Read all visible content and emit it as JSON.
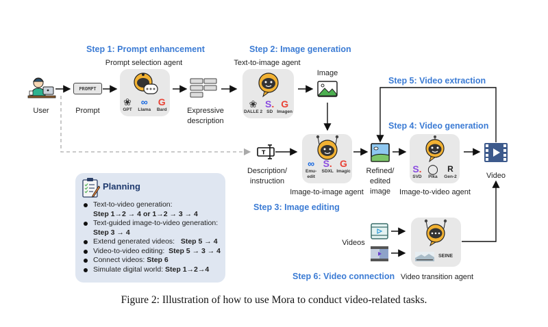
{
  "steps": {
    "step1": "Step 1: Prompt enhancement",
    "step2": "Step 2: Image generation",
    "step3": "Step 3: Image editing",
    "step4": "Step 4: Video generation",
    "step5": "Step 5: Video extraction",
    "step6": "Step 6: Video connection"
  },
  "nodes": {
    "user": "User",
    "prompt": "Prompt",
    "prompt_icon_text": "PROMPT",
    "expressive_description": [
      "Expressive",
      "description"
    ],
    "image": "Image",
    "description_instruction": [
      "Description/",
      "instruction"
    ],
    "refined_image": [
      "Refined/",
      "edited",
      "image"
    ],
    "video": "Video",
    "videos": "Videos"
  },
  "agents": {
    "prompt_selection": {
      "title": "Prompt selection agent",
      "models": [
        {
          "name": "GPT",
          "logo": "openai-icon"
        },
        {
          "name": "Llama",
          "logo": "meta-icon"
        },
        {
          "name": "Bard",
          "logo": "google-icon"
        }
      ]
    },
    "text_to_image": {
      "title": "Text-to-image agent",
      "models": [
        {
          "name": "DALLE 2",
          "logo": "openai-icon"
        },
        {
          "name": "SD",
          "logo": "stability-icon"
        },
        {
          "name": "Imagen",
          "logo": "google-icon"
        }
      ]
    },
    "image_to_image": {
      "title": "Image-to-image agent",
      "models": [
        {
          "name": "Emu-edit",
          "logo": "meta-icon"
        },
        {
          "name": "SDXL",
          "logo": "stability-icon"
        },
        {
          "name": "Imagic",
          "logo": "google-icon"
        }
      ]
    },
    "image_to_video": {
      "title": "Image-to-video agent",
      "models": [
        {
          "name": "SVD",
          "logo": "stability-icon"
        },
        {
          "name": "Pika",
          "logo": "pika-icon"
        },
        {
          "name": "Gen-2",
          "logo": "runway-icon"
        }
      ]
    },
    "video_transition": {
      "title": "Video transition agent",
      "models": [
        {
          "name": "SEINE",
          "logo": "seine-thumbnail"
        }
      ]
    }
  },
  "planning": {
    "title": "Planning",
    "items": [
      {
        "text": "Text-to-video generation:",
        "bold": "Step 1→2 → 4  or 1→2 → 3 → 4",
        "newline": true
      },
      {
        "text": "Text-guided image-to-video generation:",
        "bold": "Step 3 → 4",
        "newline": true
      },
      {
        "text": "Extend generated videos:   ",
        "bold": "Step 5 → 4",
        "newline": false
      },
      {
        "text": "Video-to-video editing:  ",
        "bold": "Step 5 → 3 → 4",
        "newline": false
      },
      {
        "text": "Connect videos: ",
        "bold": "Step 6",
        "newline": false
      },
      {
        "text": "Simulate digital world: ",
        "bold": "Step 1→2→4",
        "newline": false
      }
    ]
  },
  "caption": "Figure 2: Illustration of how to use Mora to conduct video-related tasks.",
  "colors": {
    "step_blue": "#3b7bd4",
    "agent_box": "#e8e8e8",
    "planning_box": "#dfe6f1",
    "robot_orange": "#f2b233",
    "video_blue": "#3d5a8c"
  }
}
